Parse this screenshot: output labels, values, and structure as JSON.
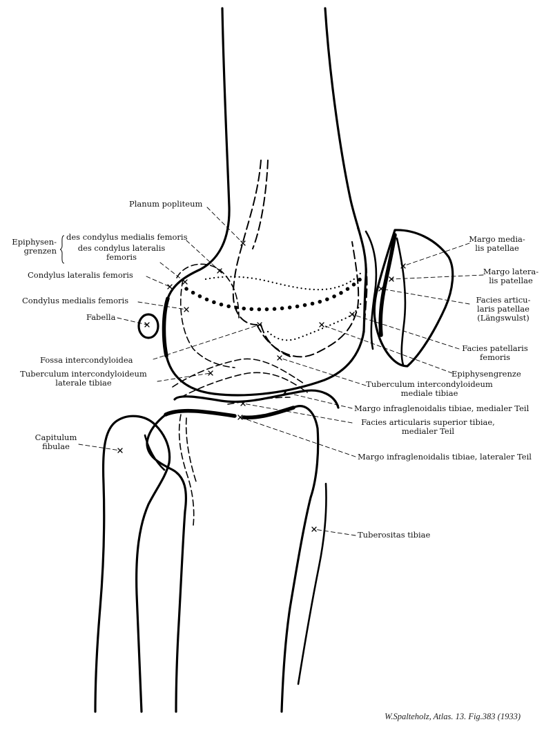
{
  "labels": {
    "planum_popliteum": "Planum popliteum",
    "epiphysen_grenzen_line1": "Epiphysen-",
    "epiphysen_grenzen_line2": "grenzen",
    "des_condylus_medialis": "des condylus medialis femoris",
    "des_condylus_lateralis_line1": "des condylus lateralis",
    "des_condylus_lateralis_line2": "femoris",
    "condylus_lateralis_femoris": "Condylus lateralis femoris",
    "condylus_medialis_femoris": "Condylus medialis femoris",
    "fabella": "Fabella",
    "fossa_intercondyloidea": "Fossa intercondyloidea",
    "tuberculum_laterale_line1": "Tuberculum intercondyloideum",
    "tuberculum_laterale_line2": "laterale tibiae",
    "capitulum_fibulae_line1": "Capitulum",
    "capitulum_fibulae_line2": "fibulae",
    "margo_medialis_patellae_line1": "Margo media-",
    "margo_medialis_patellae_line2": "lis patellae",
    "margo_lateralis_patellae_line1": "Margo latera-",
    "margo_lateralis_patellae_line2": "lis patellae",
    "facies_articularis_patellae_line1": "Facies articu-",
    "facies_articularis_patellae_line2": "laris patellae",
    "facies_articularis_patellae_line3": "(Längswulst)",
    "facies_patellaris_femoris_line1": "Facies patellaris",
    "facies_patellaris_femoris_line2": "femoris",
    "epiphysengrenze": "Epiphysengrenze",
    "tuberculum_mediale_line1": "Tuberculum intercondyloideum",
    "tuberculum_mediale_line2": "mediale tibiae",
    "margo_infraglenoidalis_medialer": "Margo infraglenoidalis tibiae, medialer Teil",
    "facies_articularis_superior_line1": "Facies articularis superior tibiae,",
    "facies_articularis_superior_line2": "medialer Teil",
    "margo_infraglenoidalis_lateraler": "Margo infraglenoidalis tibiae, lateraler Teil",
    "tuberositas_tibiae": "Tuberositas tibiae"
  },
  "credit": "W.Spalteholz, Atlas. 13. Fig.383 (1933)"
}
